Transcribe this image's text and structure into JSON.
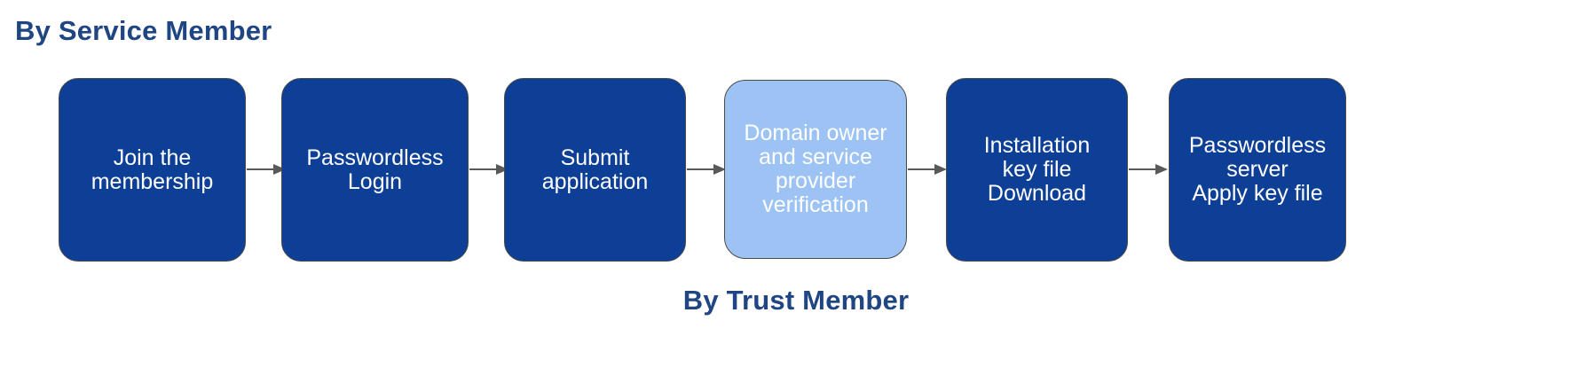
{
  "headings": {
    "service": "By Service Member",
    "trust": "By Trust Member"
  },
  "colors": {
    "heading_navy": "#1F4582",
    "node_primary_fill": "#0D3F96",
    "node_highlight_fill": "#9DC3F5",
    "node_border": "#4a4a4a",
    "node_text": "#FFFFFF",
    "arrow": "#595959",
    "background": "#FFFFFF"
  },
  "flow": {
    "nodes": [
      {
        "id": "join-the-membership",
        "label": "Join the\nmembership",
        "style": "primary"
      },
      {
        "id": "passwordless-login",
        "label": "Passwordless\nLogin",
        "style": "primary"
      },
      {
        "id": "submit-application",
        "label": "Submit\napplication",
        "style": "primary"
      },
      {
        "id": "domain-owner-verification",
        "label": "Domain owner\nand  service\nprovider\nverification",
        "style": "highlight"
      },
      {
        "id": "installation-key-download",
        "label": "Installation\nkey file\nDownload",
        "style": "primary"
      },
      {
        "id": "passwordless-server-apply",
        "label": "Passwordless\nserver\nApply key file",
        "style": "primary"
      }
    ],
    "connectors": [
      {
        "id": "arrow-1",
        "from": "join-the-membership",
        "to": "passwordless-login",
        "icon": "arrow-right-icon"
      },
      {
        "id": "arrow-2",
        "from": "passwordless-login",
        "to": "submit-application",
        "icon": "arrow-right-icon"
      },
      {
        "id": "arrow-3",
        "from": "submit-application",
        "to": "domain-owner-verification",
        "icon": "arrow-right-icon"
      },
      {
        "id": "arrow-4",
        "from": "domain-owner-verification",
        "to": "installation-key-download",
        "icon": "arrow-right-icon"
      },
      {
        "id": "arrow-5",
        "from": "installation-key-download",
        "to": "passwordless-server-apply",
        "icon": "arrow-right-icon"
      }
    ]
  }
}
